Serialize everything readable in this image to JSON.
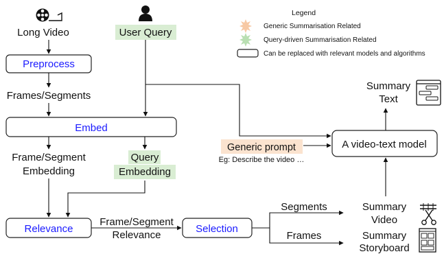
{
  "nodes": {
    "long_video": "Long Video",
    "user_query": "User Query",
    "preprocess": "Preprocess",
    "frames_segments": "Frames/Segments",
    "embed": "Embed",
    "frame_segment_embedding_1": "Frame/Segment",
    "frame_segment_embedding_2": "Embedding",
    "query_embedding_1": "Query",
    "query_embedding_2": "Embedding",
    "relevance": "Relevance",
    "frame_segment_relevance_1": "Frame/Segment",
    "frame_segment_relevance_2": "Relevance",
    "selection": "Selection",
    "segments": "Segments",
    "frames": "Frames",
    "generic_prompt": "Generic prompt",
    "prompt_example": "Eg: Describe the video …",
    "video_text_model": "A video-text model",
    "summary_text_1": "Summary",
    "summary_text_2": "Text",
    "summary_video_1": "Summary",
    "summary_video_2": "Video",
    "summary_storyboard_1": "Summary",
    "summary_storyboard_2": "Storyboard"
  },
  "legend": {
    "title": "Legend",
    "generic": "Generic Summarisation Related",
    "query": "Query-driven Summarisation Related",
    "replaceable": "Can be replaced with relevant models and algorithms"
  },
  "colors": {
    "generic_highlight": "#fbe3cf",
    "query_highlight": "#d9edd3",
    "module_text": "#1a1aff"
  },
  "icons": [
    "film-reel-icon",
    "user-icon",
    "chat-document-icon",
    "scissors-film-icon",
    "storyboard-icon"
  ]
}
